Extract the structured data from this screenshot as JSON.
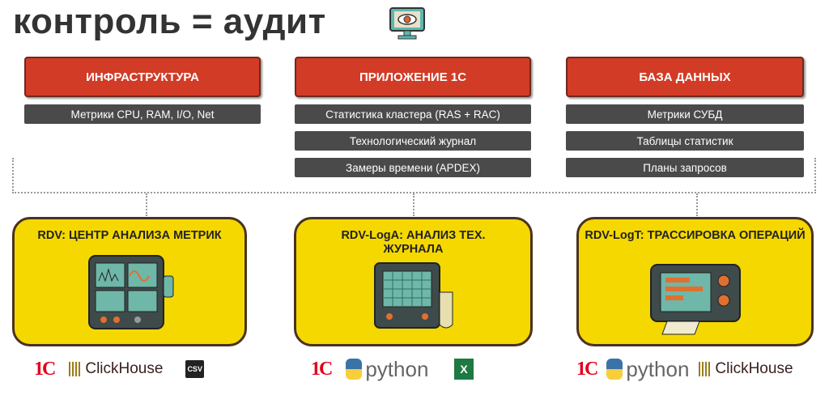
{
  "title": "контроль = аудит",
  "icons": {
    "title_icon": "monitor-eye-icon"
  },
  "columns": [
    {
      "header": "ИНФРАСТРУКТУРА",
      "items": [
        "Метрики CPU, RAM, I/O, Net"
      ]
    },
    {
      "header": "ПРИЛОЖЕНИЕ  1С",
      "items": [
        "Статистика кластера (RAS + RAC)",
        "Технологический журнал",
        "Замеры времени (APDEX)"
      ]
    },
    {
      "header": "БАЗА ДАННЫХ",
      "items": [
        "Метрики СУБД",
        "Таблицы статистик",
        "Планы запросов"
      ]
    }
  ],
  "tools": [
    {
      "title": "RDV: ЦЕНТР АНАЛИЗА  МЕТРИК",
      "logos": [
        "1С",
        "ClickHouse",
        "CSV"
      ]
    },
    {
      "title": "RDV-LogA: АНАЛИЗ ТЕХ. ЖУРНАЛА",
      "logos": [
        "1С",
        "python",
        "X"
      ]
    },
    {
      "title": "RDV-LogT: ТРАССИРОВКА ОПЕРАЦИЙ",
      "logos": [
        "1С",
        "python",
        "ClickHouse"
      ]
    }
  ],
  "colors": {
    "header": "#d23b26",
    "row": "#4a4a4a",
    "card": "#f5d800"
  }
}
